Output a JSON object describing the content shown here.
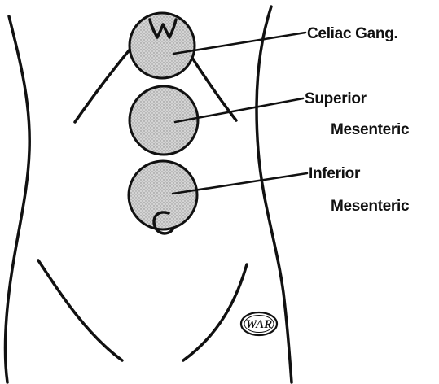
{
  "labels": {
    "celiac": "Celiac Gang.",
    "superior_line1": "Superior",
    "superior_line2": "Mesenteric",
    "inferior_line1": "Inferior",
    "inferior_line2": "Mesenteric"
  },
  "logo": {
    "text": "WAR"
  },
  "colors": {
    "ink": "#111111",
    "stipple_fill": "#d4d4d4",
    "background": "#ffffff"
  }
}
